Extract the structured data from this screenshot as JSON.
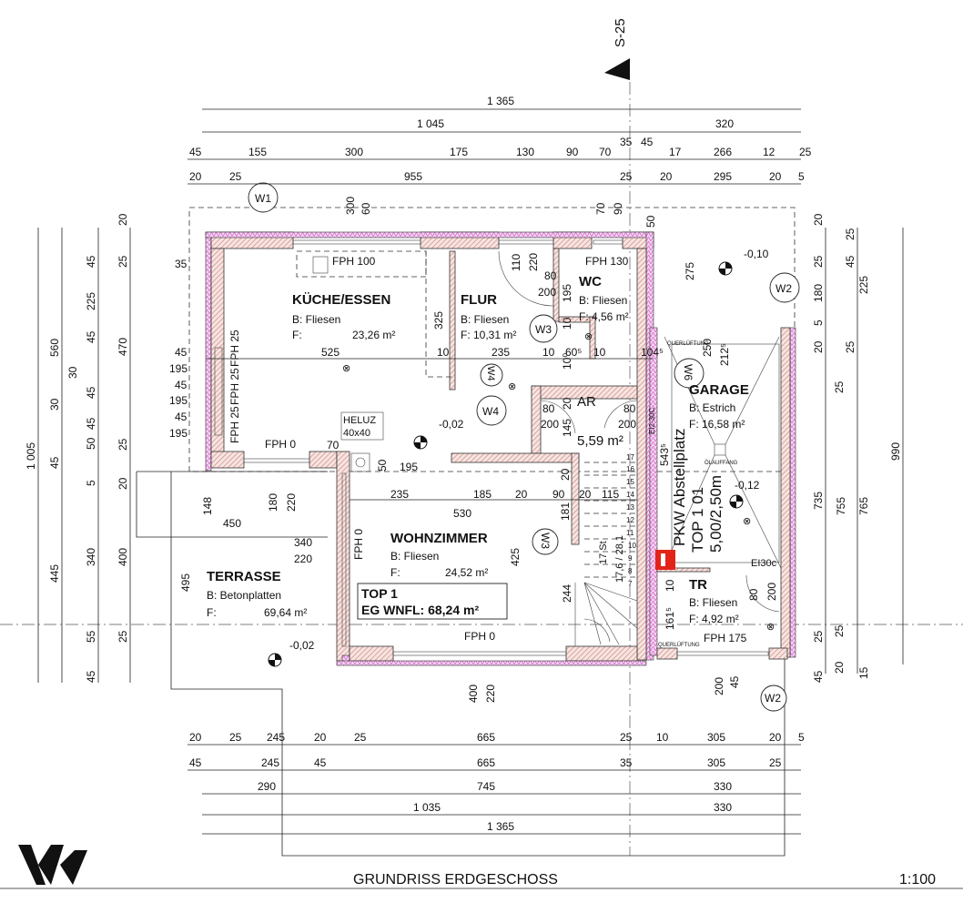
{
  "title": "GRUNDRISS ERDGESCHOSS",
  "scale": "1:100",
  "section_marker": "S-25",
  "colors": {
    "wall_hatch": "#c9847c",
    "insulation": "#d86ad0",
    "fire_sign": "#e2231a"
  },
  "rooms": {
    "kueche": {
      "name": "KÜCHE/ESSEN",
      "floor": "B: Fliesen",
      "area_label": "F:",
      "area": "23,26 m²"
    },
    "flur": {
      "name": "FLUR",
      "floor": "B: Fliesen",
      "area": "F: 10,31 m²"
    },
    "wc": {
      "name": "WC",
      "floor": "B: Fliesen",
      "area": "F: 4,56 m²"
    },
    "ar": {
      "name": "AR",
      "area": "5,59 m²"
    },
    "garage": {
      "name": "GARAGE",
      "floor": "B: Estrich",
      "area": "F:  16,58 m²"
    },
    "wohnzimmer": {
      "name": "WOHNZIMMER",
      "floor": "B: Fliesen",
      "area_label": "F:",
      "area": "24,52 m²"
    },
    "terrasse": {
      "name": "TERRASSE",
      "floor": "B: Betonplatten",
      "area_label": "F:",
      "area": "69,64 m²"
    },
    "tr": {
      "name": "TR",
      "floor": "B: Fliesen",
      "area": "F: 4,92 m²"
    }
  },
  "top_box": {
    "line1": "TOP 1",
    "line2": "EG WNFL: 68,24 m²"
  },
  "parking": {
    "line1": "PKW Abstellplatz",
    "line2": "TOP 1 01",
    "line3": "5,00/2,50m"
  },
  "heluz": {
    "line1": "HELUZ",
    "line2": "40x40"
  },
  "fph": [
    "FPH 100",
    "FPH 130",
    "FPH 0",
    "FPH 0",
    "FPH 175",
    "FPH 0",
    "FPH 25",
    "FPH 25",
    "FPH 25"
  ],
  "levels": [
    "-0,10",
    "-0,02",
    "-0,12",
    "-0,02"
  ],
  "windows": [
    "W1",
    "W2",
    "W2",
    "W3",
    "W4",
    "W4",
    "W6",
    "W3"
  ],
  "small_labels": {
    "querlueftung": "QUERLÜFTUNG",
    "oelauffang": "ÖLAUFFANG",
    "ei30c": "EI30c",
    "ei2_30c": "EI2-30C",
    "stairs": "17 St",
    "stairs_ratio": "17,6 / 28,1"
  },
  "stair_steps": [
    "17",
    "16",
    "15",
    "14",
    "13",
    "12",
    "11",
    "10",
    "9",
    "8",
    "7"
  ],
  "dims": {
    "top1": [
      "1 365"
    ],
    "top2": [
      "1 045",
      "320"
    ],
    "top3": [
      "45",
      "155",
      "300",
      "175",
      "130",
      "90",
      "70",
      "35",
      "45",
      "17",
      "266",
      "12",
      "25"
    ],
    "top4": [
      "20",
      "25",
      "955",
      "25",
      "20",
      "295",
      "20",
      "5"
    ],
    "bot1": [
      "20",
      "25",
      "245",
      "20",
      "25",
      "665",
      "25",
      "10",
      "305",
      "20",
      "5"
    ],
    "bot2": [
      "45",
      "245",
      "45",
      "665",
      "35",
      "305",
      "25"
    ],
    "bot3": [
      "290",
      "745",
      "330"
    ],
    "bot4": [
      "1 035",
      "330"
    ],
    "bot5": [
      "1 365"
    ],
    "left": [
      "20",
      "45",
      "225",
      "45",
      "560",
      "30",
      "30",
      "45",
      "45",
      "50",
      "45",
      "5",
      "20",
      "445",
      "340",
      "400",
      "55",
      "45",
      "1 005",
      "25",
      "470",
      "25",
      "25",
      "148",
      "180",
      "220",
      "495",
      "450",
      "340",
      "220"
    ],
    "right": [
      "20",
      "25",
      "180",
      "20",
      "25",
      "45",
      "225",
      "5",
      "990",
      "735",
      "755",
      "765",
      "15",
      "45",
      "25",
      "25",
      "25",
      "25",
      "20"
    ],
    "inner": [
      "525",
      "10",
      "235",
      "10",
      "60⁵",
      "10",
      "104⁵",
      "35",
      "45",
      "195",
      "45",
      "195",
      "45",
      "195",
      "325",
      "300",
      "60",
      "110",
      "220",
      "80",
      "200",
      "195",
      "70",
      "90",
      "50",
      "10",
      "10⁰",
      "20",
      "80",
      "200",
      "145",
      "80",
      "200",
      "275",
      "250",
      "212⁵",
      "543⁵",
      "235",
      "185",
      "20",
      "90",
      "20",
      "115",
      "530",
      "425",
      "181",
      "20",
      "244",
      "70",
      "50",
      "195",
      "400",
      "220",
      "200",
      "45",
      "80",
      "200",
      "10",
      "161⁵"
    ]
  }
}
